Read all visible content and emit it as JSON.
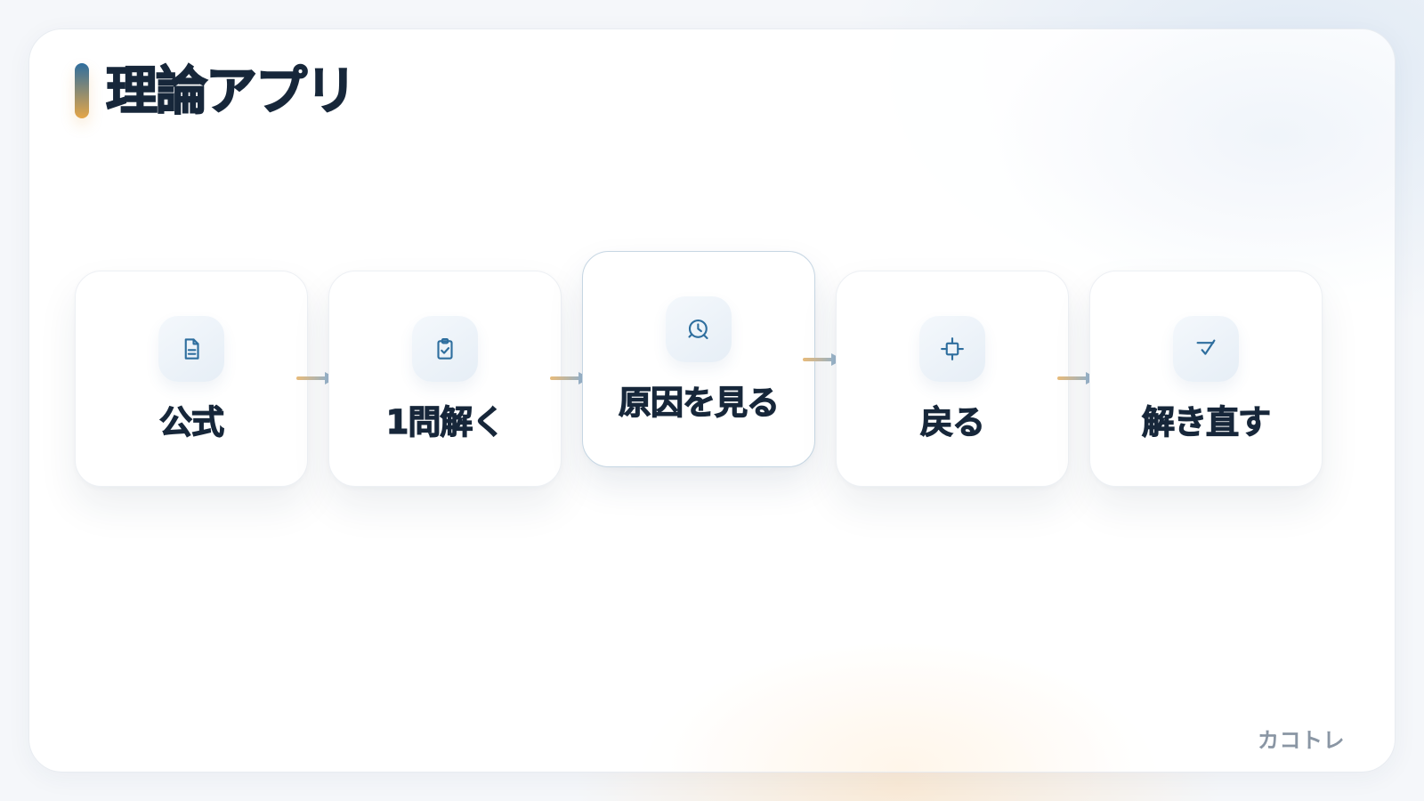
{
  "title": "理論アプリ",
  "steps": [
    {
      "label": "公式",
      "icon": "document-icon"
    },
    {
      "label": "1問解く",
      "icon": "clipboard-check-icon"
    },
    {
      "label": "原因を見る",
      "icon": "clock-search-icon",
      "highlighted": true
    },
    {
      "label": "戻る",
      "icon": "crosshair-icon"
    },
    {
      "label": "解き直す",
      "icon": "retry-check-icon"
    }
  ],
  "brand": "カコトレ",
  "colors": {
    "title_text": "#17273a",
    "accent_blue": "#2f6e9e",
    "accent_orange": "#e5a648",
    "icon_stroke": "#2e6e9e",
    "arrow_start": "#e8bb7a",
    "arrow_end": "#9cb5c9",
    "brand_text": "#8a96a4"
  }
}
